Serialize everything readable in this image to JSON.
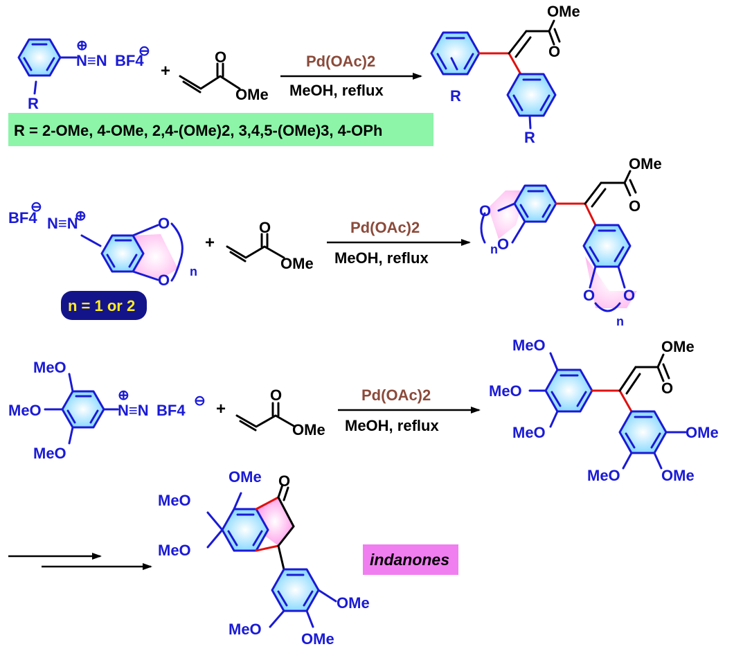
{
  "colors": {
    "atom_blue": "#1a1ad6",
    "new_bond_red": "#e01010",
    "reagent_brown": "#8b4a3a",
    "green_box": "#8cf5a8",
    "navy_box": "#14148a",
    "yellow_text": "#ffee22",
    "magenta_box": "#f07ef0"
  },
  "reaction1": {
    "diazonium_label": "N≡N",
    "bf4": "BF4",
    "plus_charge": "⊕",
    "minus_charge": "⊖",
    "r_label": "R",
    "plus_sign": "+",
    "acrylate_o": "O",
    "acrylate_ome": "OMe",
    "catalyst": "Pd(OAc)2",
    "conditions": "MeOH, reflux",
    "product_ome": "OMe",
    "product_o": "O",
    "product_r1": "R",
    "product_r2": "R",
    "substituent_box": "R = 2-OMe, 4-OMe, 2,4-(OMe)2, 3,4,5-(OMe)3, 4-OPh"
  },
  "reaction2": {
    "bf4": "BF4",
    "minus_charge": "⊖",
    "plus_charge": "⊕",
    "diazo": "N≡N",
    "ring_o": "O",
    "n_label": "n",
    "plus_sign": "+",
    "acrylate_o": "O",
    "acrylate_ome": "OMe",
    "catalyst": "Pd(OAc)2",
    "conditions": "MeOH, reflux",
    "product_ome": "OMe",
    "product_o": "O",
    "n_box": "n = 1 or 2"
  },
  "reaction3": {
    "meo": "MeO",
    "diazo": "N≡N",
    "bf4": "BF4",
    "plus_charge": "⊕",
    "minus_charge": "⊖",
    "plus_sign": "+",
    "acrylate_o": "O",
    "acrylate_ome": "OMe",
    "catalyst": "Pd(OAc)2",
    "conditions": "MeOH, reflux",
    "ome": "OMe",
    "product_o": "O"
  },
  "reaction4": {
    "ome": "OMe",
    "meo": "MeO",
    "ketone_o": "O",
    "label": "indanones"
  }
}
